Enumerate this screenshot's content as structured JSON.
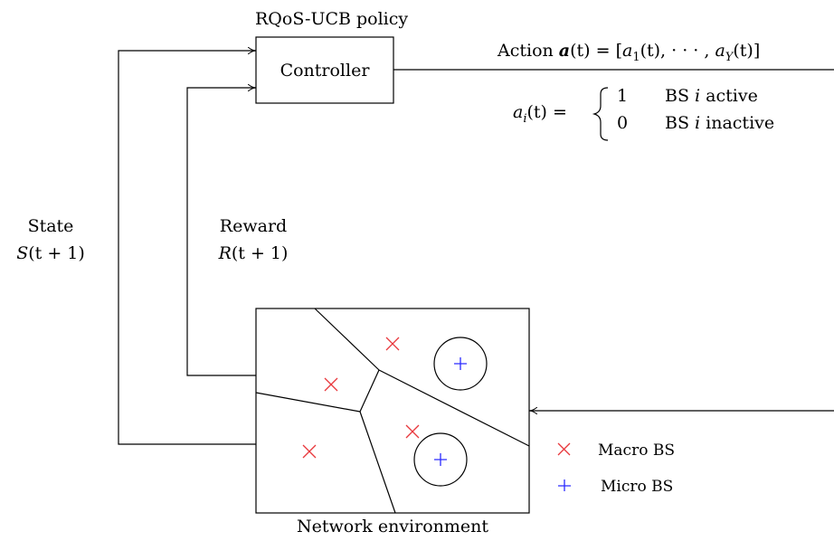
{
  "controller": {
    "policy_label": "RQoS-UCB policy",
    "box_label": "Controller"
  },
  "action": {
    "prefix": "Action",
    "vector_symbol": "a",
    "vector_arg": "(t) = [",
    "first": "a",
    "first_sub": "1",
    "first_arg": "(t), · · · , ",
    "last": "a",
    "last_sub": "Y",
    "last_arg": "(t)]",
    "def_lhs_var": "a",
    "def_lhs_sub": "i",
    "def_lhs_rest": "(t) =",
    "case_active_value": "1",
    "case_active_text_a": "BS ",
    "case_active_var": "i",
    "case_active_text_b": " active",
    "case_inactive_value": "0",
    "case_inactive_text_a": "BS ",
    "case_inactive_var": "i",
    "case_inactive_text_b": " inactive"
  },
  "state": {
    "title": "State",
    "symbol": "S",
    "arg": "(t + 1)"
  },
  "reward": {
    "title": "Reward",
    "symbol": "R",
    "arg": "(t + 1)"
  },
  "environment": {
    "caption": "Network environment"
  },
  "legend": {
    "macro_label": "Macro BS",
    "micro_label": "Micro BS",
    "macro_color": "#e8383d",
    "micro_color": "#2a2aff"
  }
}
